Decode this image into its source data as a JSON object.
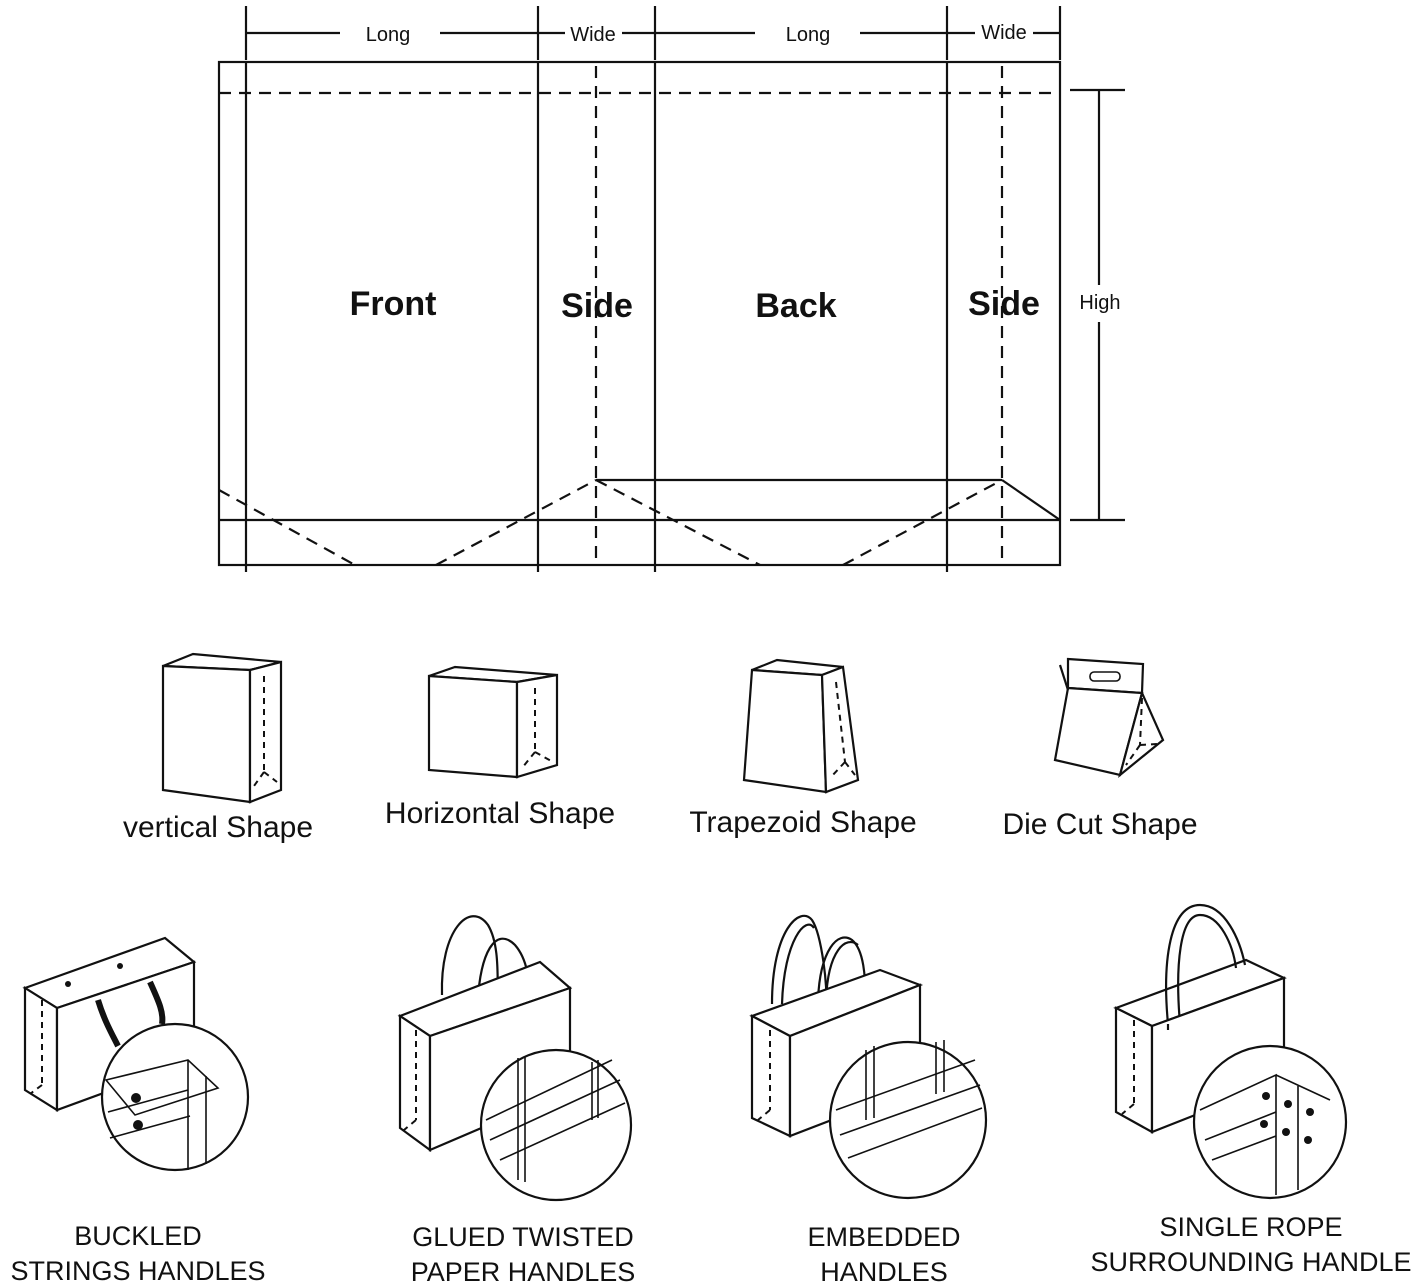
{
  "diagram": {
    "dimensions": {
      "long_1": "Long",
      "wide_1": "Wide",
      "long_2": "Long",
      "wide_2": "Wide",
      "high": "High"
    },
    "panels": {
      "front": "Front",
      "side_1": "Side",
      "back": "Back",
      "side_2": "Side"
    },
    "shapes": [
      {
        "label": "vertical Shape",
        "icon": "vertical-bag-icon"
      },
      {
        "label": "Horizontal Shape",
        "icon": "horizontal-bag-icon"
      },
      {
        "label": "Trapezoid Shape",
        "icon": "trapezoid-bag-icon"
      },
      {
        "label": "Die Cut Shape",
        "icon": "die-cut-bag-icon"
      }
    ],
    "handles": [
      {
        "line1": "BUCKLED",
        "line2": "STRINGS HANDLES",
        "icon": "buckled-strings-bag-icon"
      },
      {
        "line1": "GLUED TWISTED",
        "line2": "PAPER HANDLES",
        "icon": "glued-twisted-bag-icon"
      },
      {
        "line1": "EMBEDDED",
        "line2": "HANDLES",
        "icon": "embedded-handles-bag-icon"
      },
      {
        "line1": "SINGLE ROPE",
        "line2": "SURROUNDING HANDLE",
        "icon": "single-rope-bag-icon"
      }
    ]
  }
}
